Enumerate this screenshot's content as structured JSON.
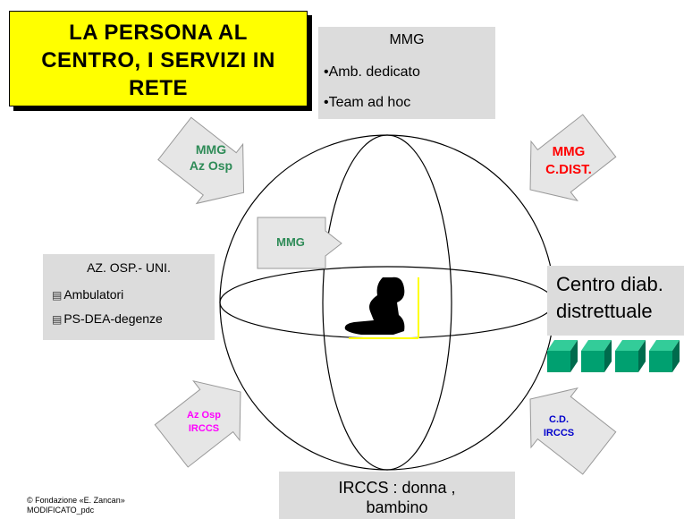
{
  "title": {
    "line1": "LA PERSONA AL",
    "line2": "CENTRO, I SERVIZI IN",
    "line3": "RETE"
  },
  "mmg_box": {
    "title": "MMG",
    "items": [
      "•Amb. dedicato",
      "•Team ad hoc"
    ]
  },
  "arrows": {
    "top_left": {
      "line1": "MMG",
      "line2": "Az Osp",
      "color": "#2e8b57"
    },
    "top_right": {
      "line1": "MMG",
      "line2": "C.DIST.",
      "color": "#ff0000"
    },
    "inner": {
      "label": "MMG",
      "color": "#2e8b57"
    },
    "bottom_left": {
      "line1": "Az Osp",
      "line2": "IRCCS",
      "color": "#ff00ff"
    },
    "bottom_right": {
      "line1": "C.D.",
      "line2": "IRCCS",
      "color": "#0000cc"
    }
  },
  "az_box": {
    "title": "AZ. OSP.- UNI.",
    "items": [
      "Ambulatori",
      "PS-DEA-degenze"
    ]
  },
  "centro_box": {
    "line1": "Centro diab.",
    "line2": "distrettuale"
  },
  "irccs_box": {
    "line1": "IRCCS : donna ,",
    "line2": "bambino"
  },
  "copyright": {
    "line1": "© Fondazione «E. Zancan»",
    "line2": "MODIFICATO_pdc"
  }
}
